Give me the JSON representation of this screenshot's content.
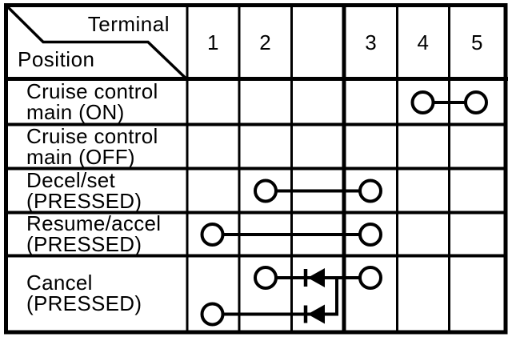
{
  "table": {
    "corner": {
      "terminal": "Terminal",
      "position": "Position"
    },
    "terminal_headers": [
      "1",
      "2",
      "",
      "3",
      "4",
      "5"
    ],
    "positions": [
      {
        "label_lines": [
          "Cruise control",
          "main (ON)"
        ]
      },
      {
        "label_lines": [
          "Cruise control",
          "main (OFF)"
        ]
      },
      {
        "label_lines": [
          "Decel/set",
          "(PRESSED)"
        ]
      },
      {
        "label_lines": [
          "Resume/accel",
          "(PRESSED)"
        ]
      },
      {
        "label_lines": [
          "Cancel",
          "(PRESSED)"
        ]
      }
    ]
  },
  "connectivity": [
    {
      "position_row": 0,
      "lane": "middle",
      "circle_terminals": [
        "4",
        "5"
      ],
      "wire_from": "4",
      "wire_to": "5",
      "diode": false
    },
    {
      "position_row": 1,
      "lane": "middle",
      "circle_terminals": [],
      "wire_from": "",
      "wire_to": "",
      "diode": false
    },
    {
      "position_row": 2,
      "lane": "middle",
      "circle_terminals": [
        "2",
        "3"
      ],
      "wire_from": "2",
      "wire_to": "3",
      "diode": false
    },
    {
      "position_row": 3,
      "lane": "middle",
      "circle_terminals": [
        "1",
        "3"
      ],
      "wire_from": "1",
      "wire_to": "3",
      "diode": false
    },
    {
      "position_row": 4,
      "lane": "upper",
      "circle_terminals": [
        "2",
        "3"
      ],
      "wire_from": "2",
      "wire_to": "3",
      "diode": true
    },
    {
      "position_row": 4,
      "lane": "lower",
      "circle_terminals": [
        "1"
      ],
      "wire_from": "1",
      "wire_to": "junction",
      "diode": true
    }
  ],
  "junction": {
    "position_row": 4,
    "from_lane": "upper",
    "to_lane": "lower"
  },
  "colors": {
    "ink": "#000000",
    "paper": "#ffffff"
  }
}
